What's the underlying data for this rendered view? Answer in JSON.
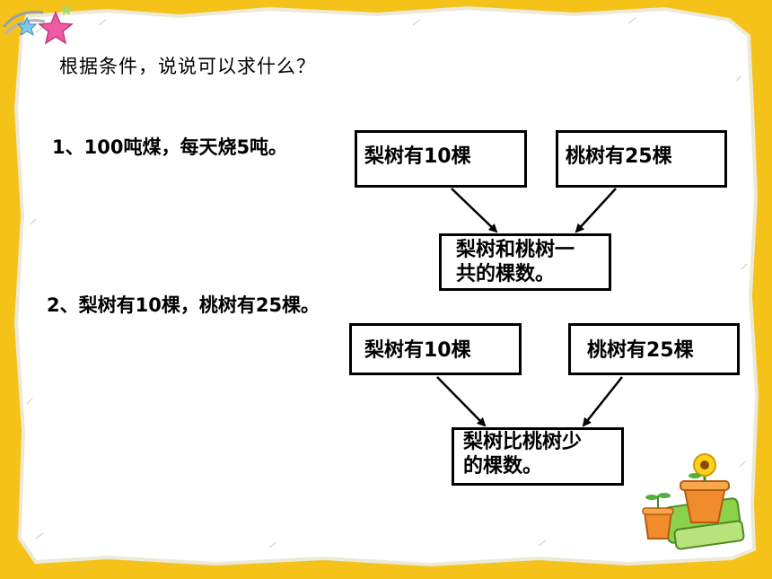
{
  "title": "根据条件，说说可以求什么？",
  "conditions": [
    "1、100吨煤，每天烧5吨。",
    "2、梨树有10棵，桃树有25棵。"
  ],
  "diagram1": {
    "left": "梨树有10棵",
    "right": "桃树有25棵",
    "result_line1": "梨树和桃树一",
    "result_line2": "共的棵数。"
  },
  "diagram2": {
    "left": "梨树有10棵",
    "right": "桃树有25棵",
    "result_line1": "梨树比桃树少",
    "result_line2": "的棵数。"
  },
  "colors": {
    "frame": "#f5c21a",
    "paper": "#ffffff",
    "text": "#000000"
  }
}
